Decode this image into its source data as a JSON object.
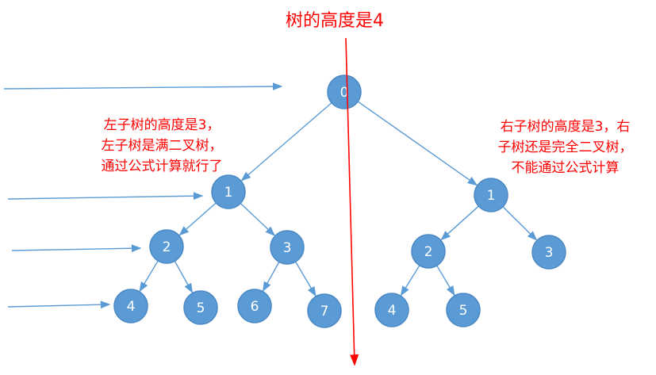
{
  "colors": {
    "node_fill": "#5b9bd5",
    "node_stroke": "#4a89c4",
    "node_text": "#ffffff",
    "edge": "#5b9bd5",
    "level_arrow": "#5b9bd5",
    "annotation": "#ff0000",
    "height_arrow": "#ff0000"
  },
  "title": "树的高度是4",
  "left_note": {
    "lines": [
      "左子树的高度是3，",
      "左子树是满二叉树，",
      "通过公式计算就行了"
    ]
  },
  "right_note": {
    "lines": [
      "右子树的高度是3，右",
      "子树还是完全二叉树，",
      "不能通过公式计算"
    ]
  },
  "tree": {
    "nodes": [
      {
        "id": "root",
        "label": "0"
      },
      {
        "id": "L1",
        "label": "1"
      },
      {
        "id": "L2",
        "label": "2"
      },
      {
        "id": "L3",
        "label": "3"
      },
      {
        "id": "L4",
        "label": "4"
      },
      {
        "id": "L5",
        "label": "5"
      },
      {
        "id": "L6",
        "label": "6"
      },
      {
        "id": "L7",
        "label": "7"
      },
      {
        "id": "R1",
        "label": "1"
      },
      {
        "id": "R2",
        "label": "2"
      },
      {
        "id": "R3",
        "label": "3"
      },
      {
        "id": "R4",
        "label": "4"
      },
      {
        "id": "R5",
        "label": "5"
      }
    ],
    "edges": [
      [
        "root",
        "L1"
      ],
      [
        "root",
        "R1"
      ],
      [
        "L1",
        "L2"
      ],
      [
        "L1",
        "L3"
      ],
      [
        "L2",
        "L4"
      ],
      [
        "L2",
        "L5"
      ],
      [
        "L3",
        "L6"
      ],
      [
        "L3",
        "L7"
      ],
      [
        "R1",
        "R2"
      ],
      [
        "R1",
        "R3"
      ],
      [
        "R2",
        "R4"
      ],
      [
        "R2",
        "R5"
      ]
    ]
  }
}
